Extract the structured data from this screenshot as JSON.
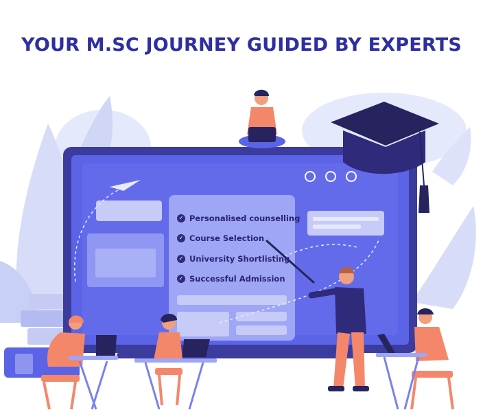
{
  "headline": "YOUR M.SC JOURNEY GUIDED BY EXPERTS",
  "checklist": {
    "items": [
      {
        "label": "Personalised counselling",
        "icon": "check-circle-icon"
      },
      {
        "label": "Course Selection",
        "icon": "check-circle-icon"
      },
      {
        "label": "University Shortlisting",
        "icon": "check-circle-icon"
      },
      {
        "label": "Successful Admission",
        "icon": "check-circle-icon"
      }
    ]
  },
  "colors": {
    "headline": "#2e2fa0",
    "screen_frame": "#3c3b9e",
    "screen": "#5b63e6",
    "accent": "#f4876a",
    "dark": "#27235e",
    "background_leaf": "#dfe5fb"
  }
}
